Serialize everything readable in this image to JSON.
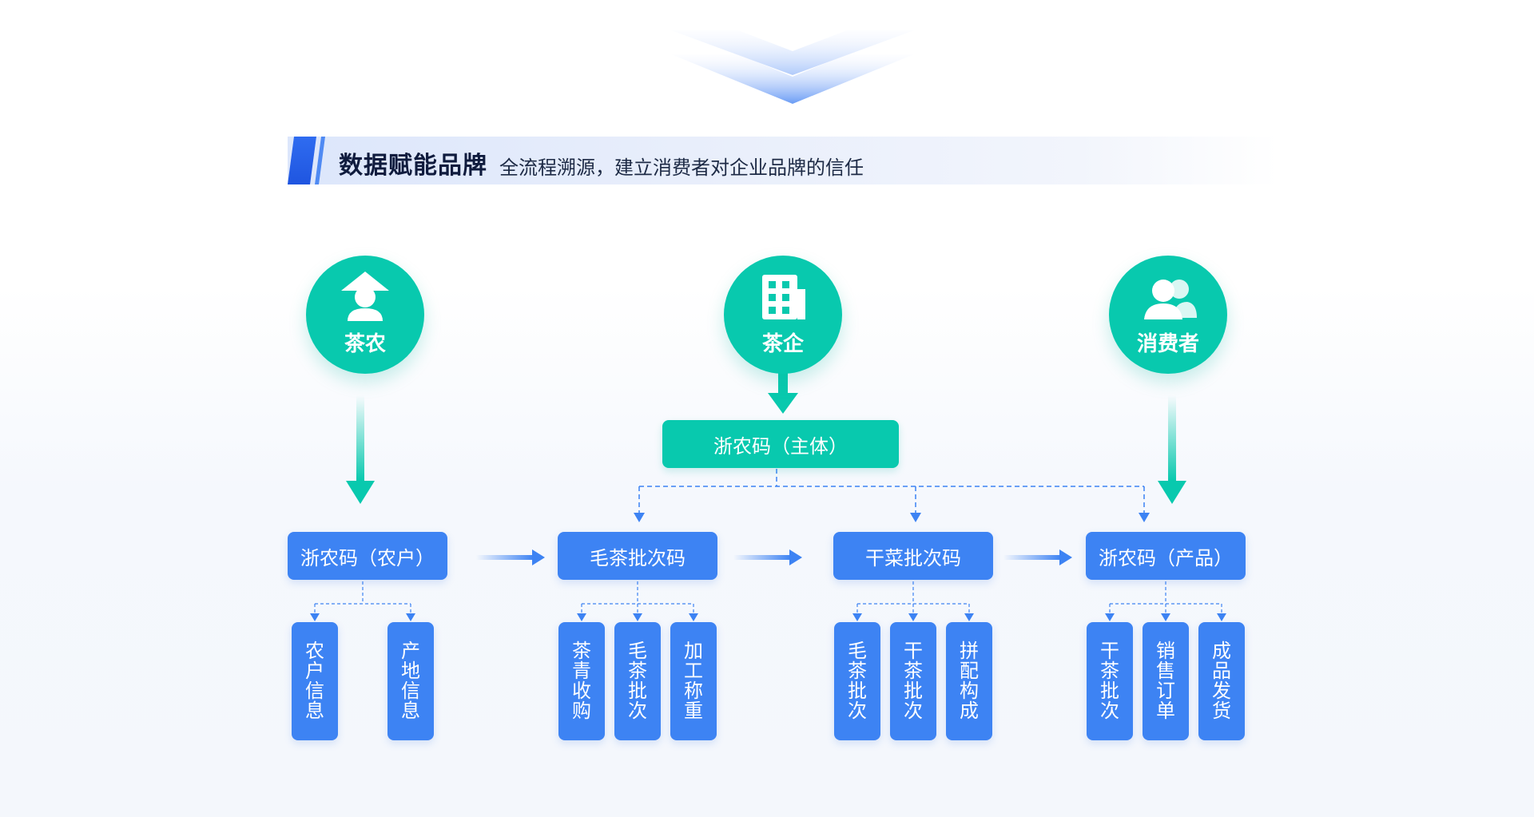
{
  "banner": {
    "title": "数据赋能品牌",
    "subtitle": "全流程溯源，建立消费者对企业品牌的信任"
  },
  "actors": {
    "farmer": {
      "label": "茶农",
      "icon": "farmer-hat-icon"
    },
    "enterprise": {
      "label": "茶企",
      "icon": "building-icon"
    },
    "consumer": {
      "label": "消费者",
      "icon": "users-icon"
    }
  },
  "entity_code": {
    "label": "浙农码（主体）"
  },
  "flow": [
    {
      "label": "浙农码（农户）",
      "children": [
        "农户信息",
        "产地信息"
      ]
    },
    {
      "label": "毛茶批次码",
      "children": [
        "茶青收购",
        "毛茶批次",
        "加工称重"
      ]
    },
    {
      "label": "干菜批次码",
      "children": [
        "毛茶批次",
        "干茶批次",
        "拼配构成"
      ]
    },
    {
      "label": "浙农码（产品）",
      "children": [
        "干茶批次",
        "销售订单",
        "成品发货"
      ]
    }
  ],
  "colors": {
    "teal": "#08c9ae",
    "blue": "#3d83f3",
    "dark_text": "#0f1b3d"
  }
}
